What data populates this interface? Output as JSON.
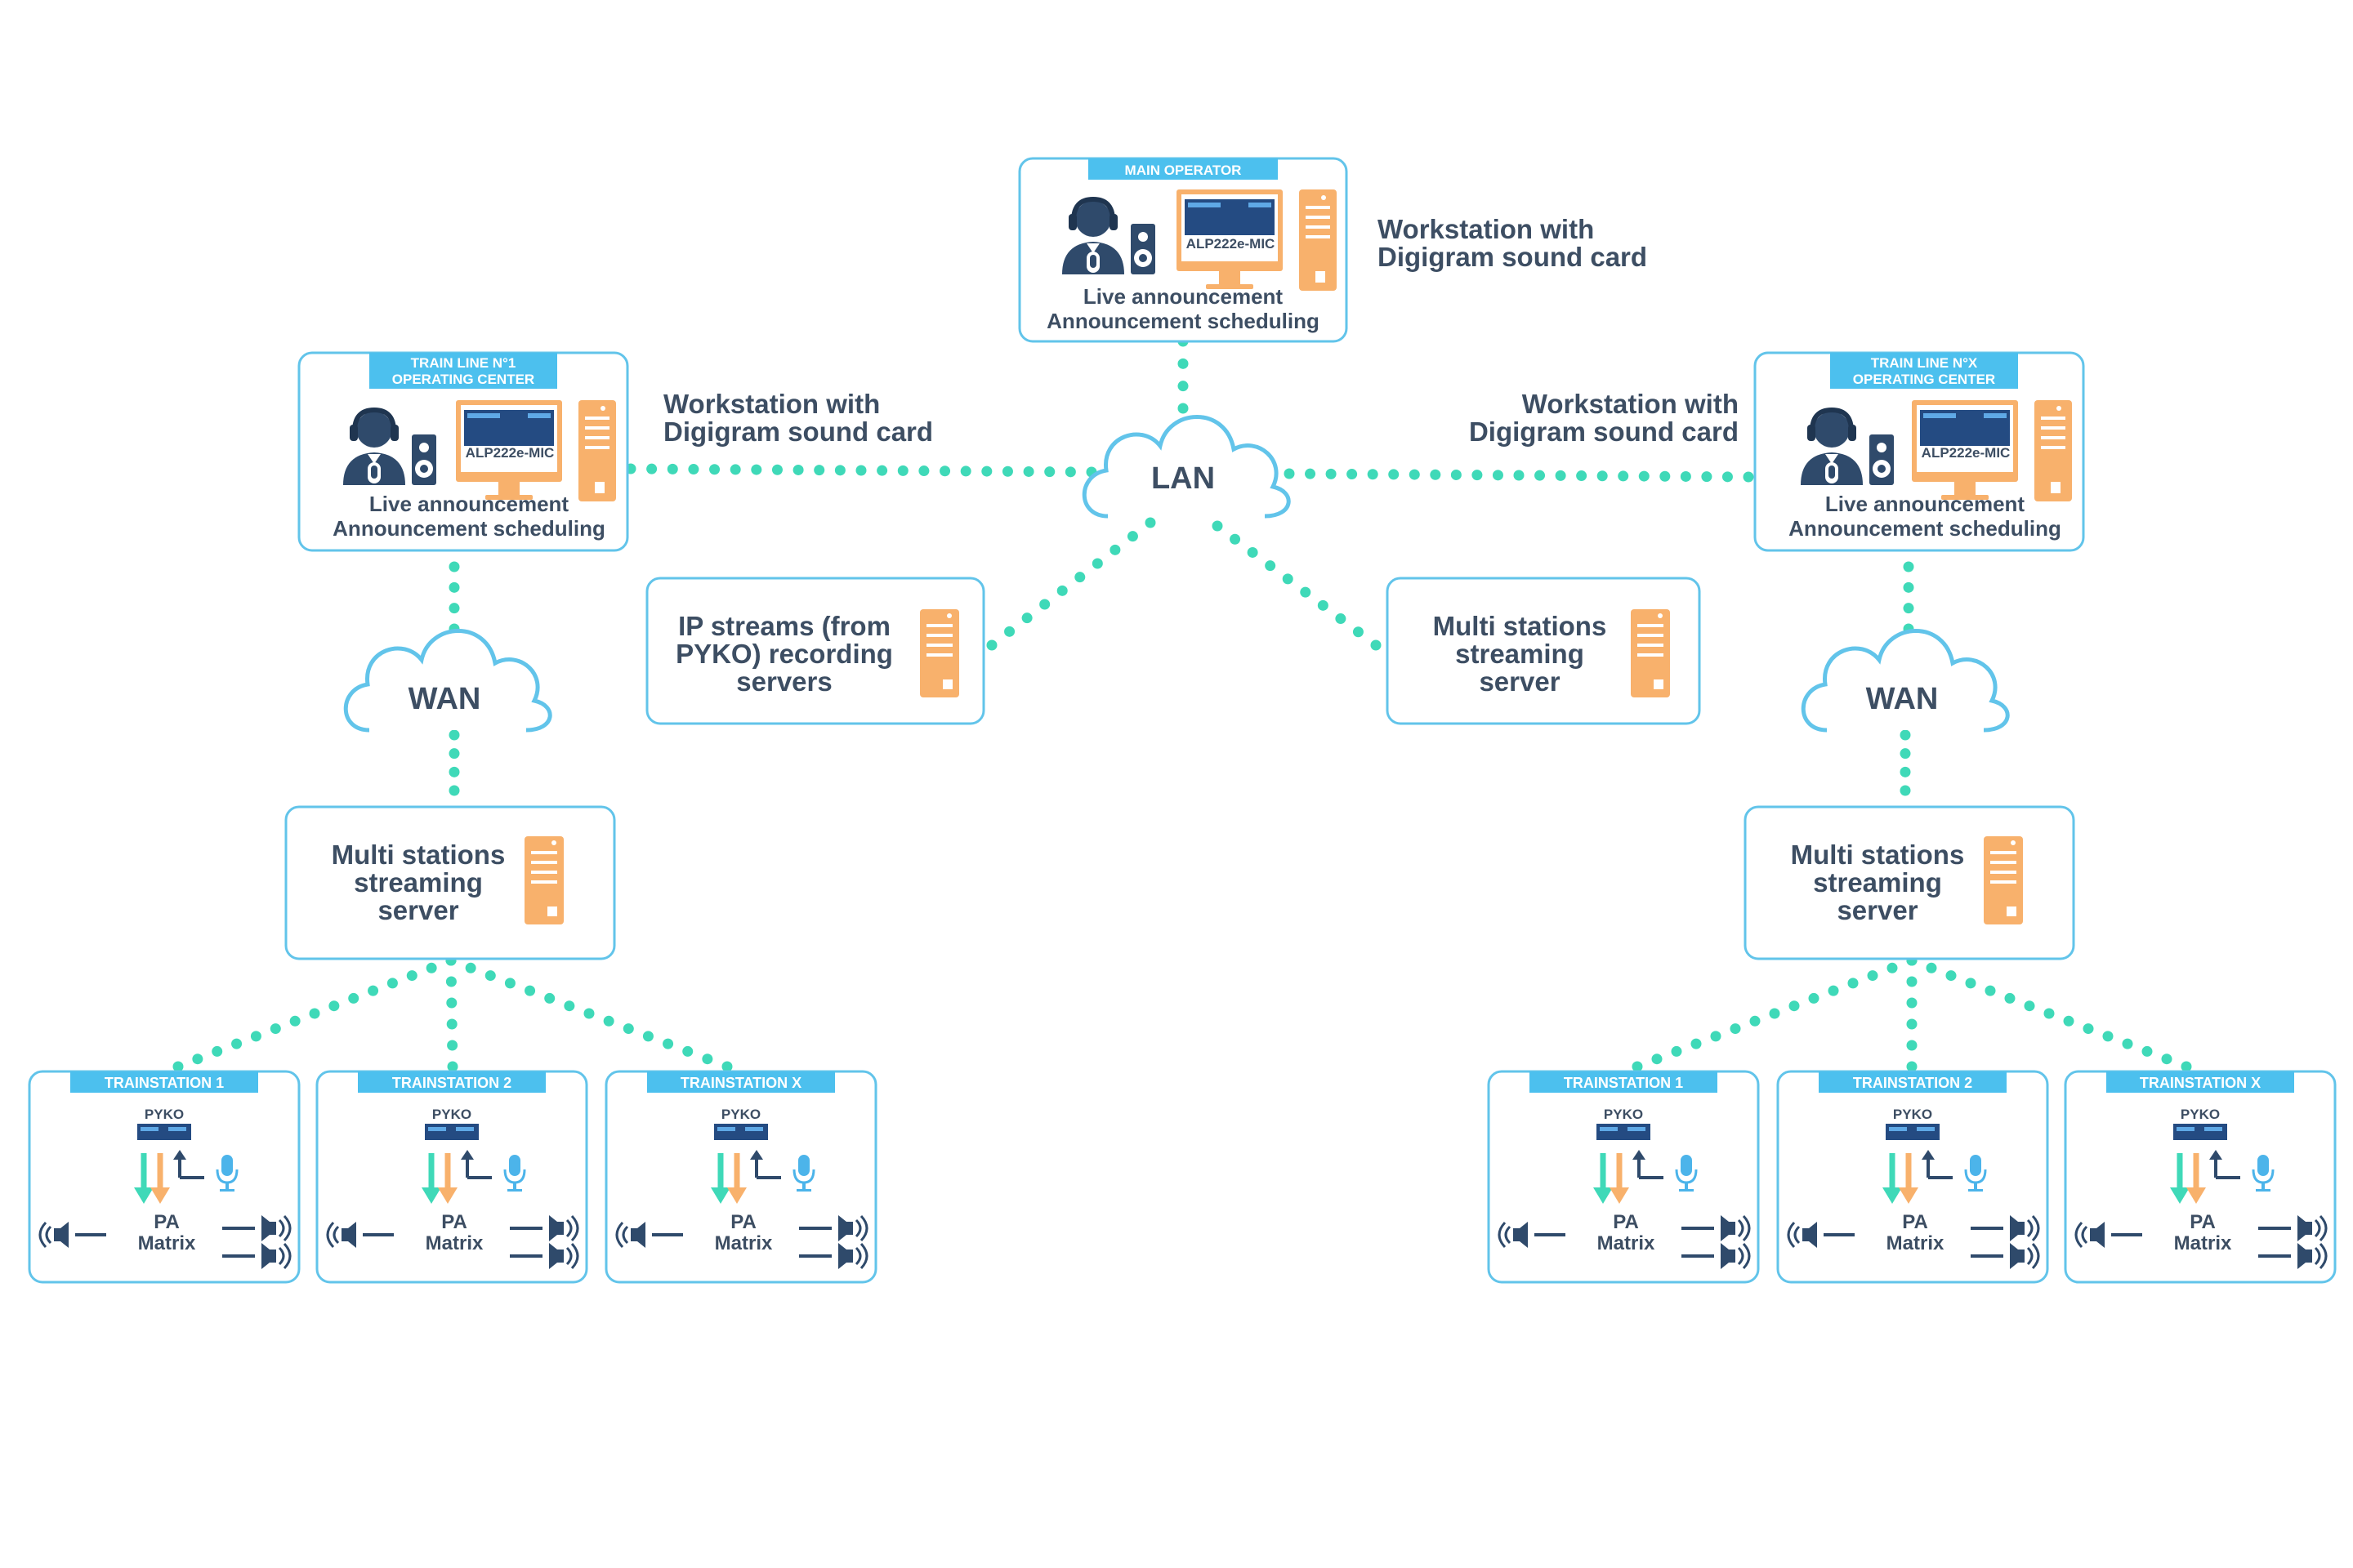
{
  "colors": {
    "box_border": "#62c4ea",
    "tag_fill": "#4cc0ee",
    "dots": "#3fd9b8",
    "text_dark": "#3d4e63",
    "server_orange": "#f8b16c",
    "operator_navy": "#2f4a6b",
    "arrow_teal": "#3fd9b8",
    "arrow_orange": "#f8b16c"
  },
  "main_operator": {
    "tag": "MAIN OPERATOR",
    "card": "ALP222e-MIC",
    "line1": "Live announcement",
    "line2": "Announcement scheduling",
    "note_line1": "Workstation with",
    "note_line2": "Digigram sound card"
  },
  "left_center": {
    "tag_line1": "TRAIN LINE N°1",
    "tag_line2": "OPERATING CENTER",
    "card": "ALP222e-MIC",
    "line1": "Live announcement",
    "line2": "Announcement scheduling",
    "note_line1": "Workstation with",
    "note_line2": "Digigram sound card"
  },
  "right_center": {
    "tag_line1": "TRAIN LINE N°X",
    "tag_line2": "OPERATING CENTER",
    "card": "ALP222e-MIC",
    "line1": "Live announcement",
    "line2": "Announcement scheduling",
    "note_line1": "Workstation with",
    "note_line2": "Digigram sound card"
  },
  "lan_label": "LAN",
  "wan_left_label": "WAN",
  "wan_right_label": "WAN",
  "recording_servers": {
    "line1": "IP streams (from",
    "line2": "PYKO)  recording",
    "line3": "servers"
  },
  "streaming_server_center": {
    "line1": "Multi stations",
    "line2": "streaming",
    "line3": "server"
  },
  "streaming_server_left": {
    "line1": "Multi stations",
    "line2": "streaming",
    "line3": "server"
  },
  "streaming_server_right": {
    "line1": "Multi stations",
    "line2": "streaming",
    "line3": "server"
  },
  "stations_left": [
    {
      "tag": "TRAINSTATION 1",
      "device": "PYKO",
      "pa_line1": "PA",
      "pa_line2": "Matrix"
    },
    {
      "tag": "TRAINSTATION 2",
      "device": "PYKO",
      "pa_line1": "PA",
      "pa_line2": "Matrix"
    },
    {
      "tag": "TRAINSTATION X",
      "device": "PYKO",
      "pa_line1": "PA",
      "pa_line2": "Matrix"
    }
  ],
  "stations_right": [
    {
      "tag": "TRAINSTATION 1",
      "device": "PYKO",
      "pa_line1": "PA",
      "pa_line2": "Matrix"
    },
    {
      "tag": "TRAINSTATION 2",
      "device": "PYKO",
      "pa_line1": "PA",
      "pa_line2": "Matrix"
    },
    {
      "tag": "TRAINSTATION X",
      "device": "PYKO",
      "pa_line1": "PA",
      "pa_line2": "Matrix"
    }
  ]
}
